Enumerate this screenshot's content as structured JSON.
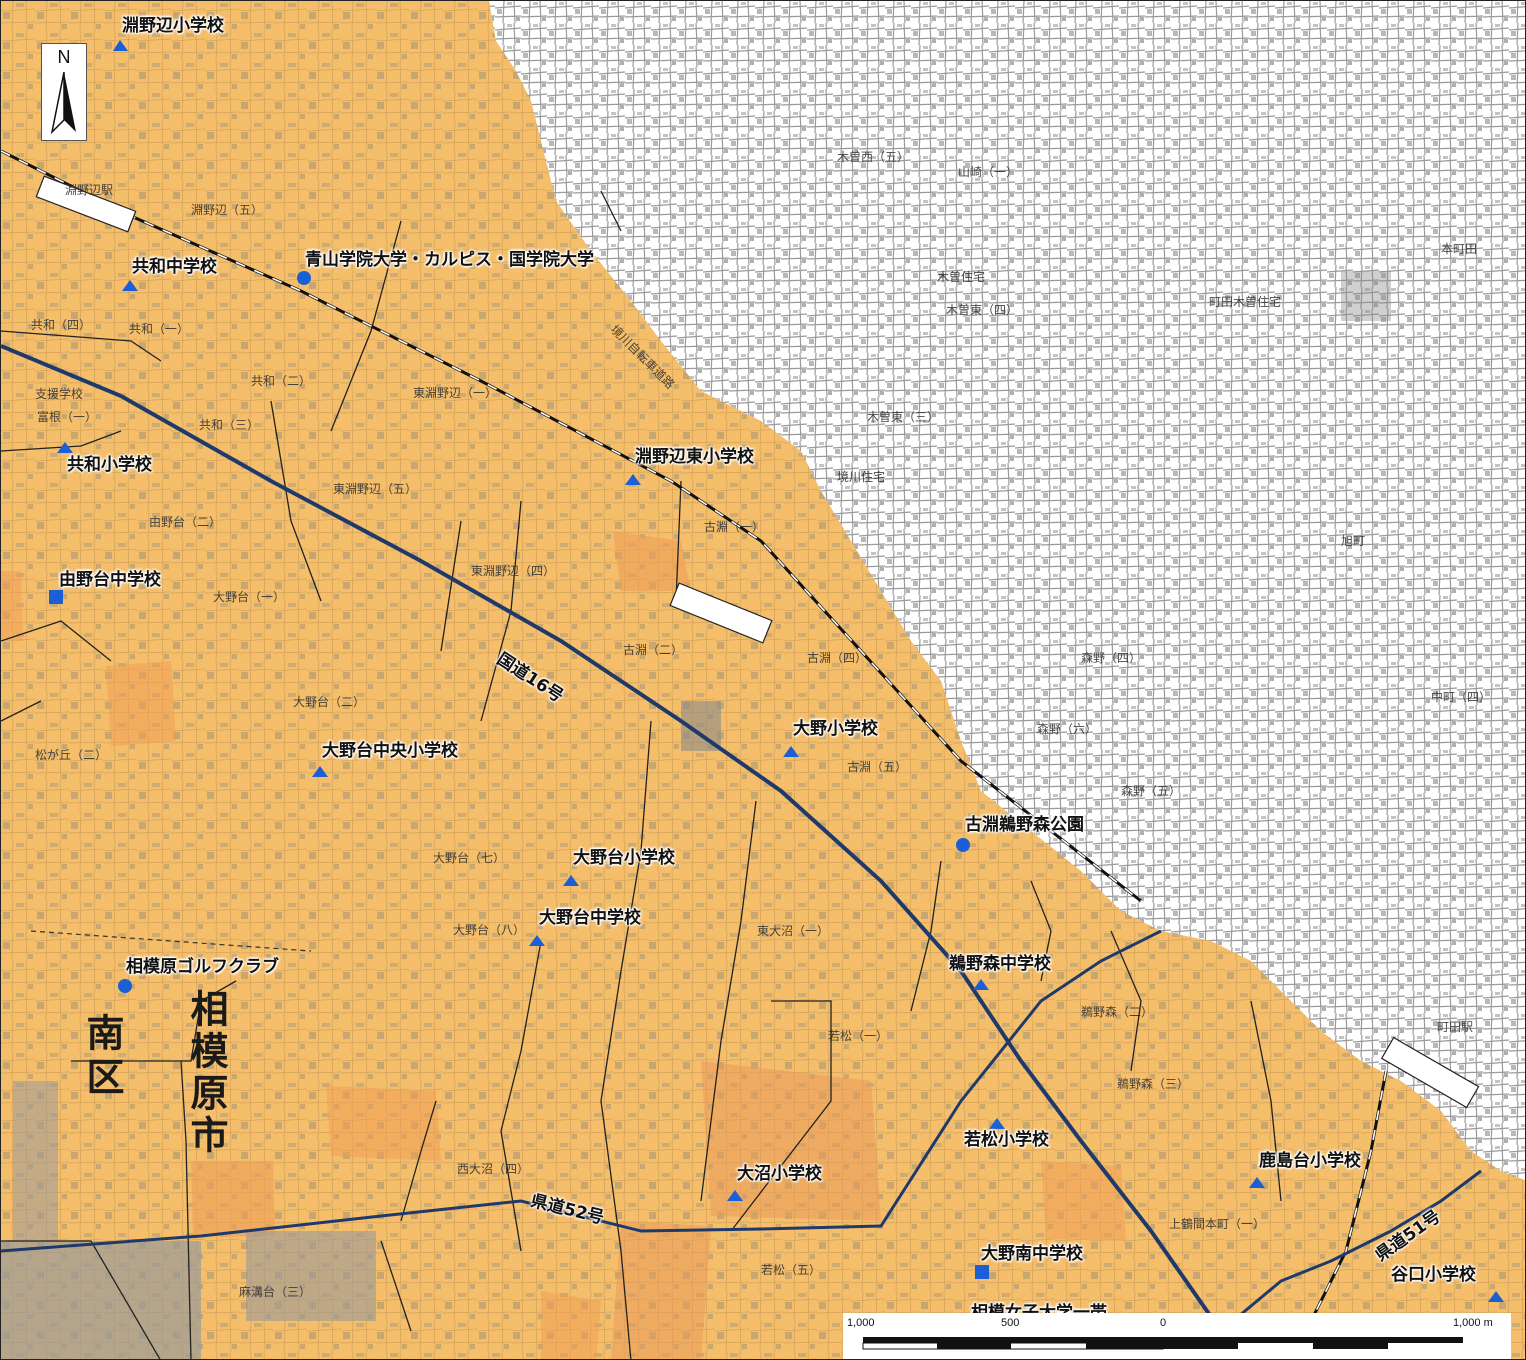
{
  "map": {
    "colors": {
      "zone": "#f5be6a",
      "zone_dark": "#e8a24e",
      "urban": "#c9c9c9",
      "building": "#8e8e8e",
      "road_blue": "#1f3a6a",
      "school": "#1a5fd6",
      "background": "#ffffff"
    },
    "wards": [
      {
        "text": "南区",
        "key": "minami"
      },
      {
        "text": "相模原市",
        "key": "sagamihara"
      }
    ],
    "routes": [
      {
        "text": "国道16号",
        "key": "r16"
      },
      {
        "text": "県道52号",
        "key": "r52"
      },
      {
        "text": "県道51号",
        "key": "r51"
      }
    ],
    "places": [
      {
        "text": "淵野辺小学校",
        "symbol": "triangle"
      },
      {
        "text": "共和中学校",
        "symbol": "triangle"
      },
      {
        "text": "青山学院大学・カルピス・国学院大学",
        "symbol": "circle"
      },
      {
        "text": "共和小学校",
        "symbol": "triangle"
      },
      {
        "text": "淵野辺東小学校",
        "symbol": "triangle"
      },
      {
        "text": "由野台中学校",
        "symbol": "square"
      },
      {
        "text": "大野小学校",
        "symbol": "triangle"
      },
      {
        "text": "大野台中央小学校",
        "symbol": "triangle"
      },
      {
        "text": "古淵鵜野森公園",
        "symbol": "circle"
      },
      {
        "text": "大野台小学校",
        "symbol": "triangle"
      },
      {
        "text": "大野台中学校",
        "symbol": "triangle"
      },
      {
        "text": "相模原ゴルフクラブ",
        "symbol": "circle"
      },
      {
        "text": "鵜野森中学校",
        "symbol": "triangle"
      },
      {
        "text": "若松小学校",
        "symbol": "triangle"
      },
      {
        "text": "大沼小学校",
        "symbol": "triangle"
      },
      {
        "text": "鹿島台小学校",
        "symbol": "triangle"
      },
      {
        "text": "大野南中学校",
        "symbol": "square"
      },
      {
        "text": "谷口小学校",
        "symbol": "triangle"
      },
      {
        "text": "相模女子大学一帯",
        "symbol": "none"
      }
    ],
    "districts": [
      "淵野辺（五）",
      "共和（四）",
      "共和（一）",
      "共和（二）",
      "共和（三）",
      "東淵野辺（一）",
      "東淵野辺（五）",
      "東淵野辺（四）",
      "由野台（二）",
      "大野台（一）",
      "大野台（二）",
      "大野台（七）",
      "大野台（八）",
      "古淵（一）",
      "古淵（二）",
      "古淵（四）",
      "古淵（五）",
      "東大沼（一）",
      "若松（一）",
      "鵜野森（二）",
      "鵜野森（三）",
      "若松（五）",
      "西大沼（四）",
      "上鶴間本町（一）",
      "麻溝台（三）",
      "木曽西（五）",
      "木曽東（四）",
      "木曽東（三）",
      "森野（四）",
      "森野（六）",
      "森野（五）",
      "旭町",
      "中町（四）",
      "町田駅",
      "淵野辺駅",
      "町田木曽住宅",
      "山崎（一）",
      "本町田",
      "境川自転車道路",
      "境川住宅",
      "松が丘（二）",
      "支援学校",
      "富根（一）",
      "木曽住宅"
    ],
    "north_label": "N",
    "scale": {
      "left": "1,000",
      "mid": "500",
      "zero": "0",
      "right": "1,000 m"
    }
  }
}
